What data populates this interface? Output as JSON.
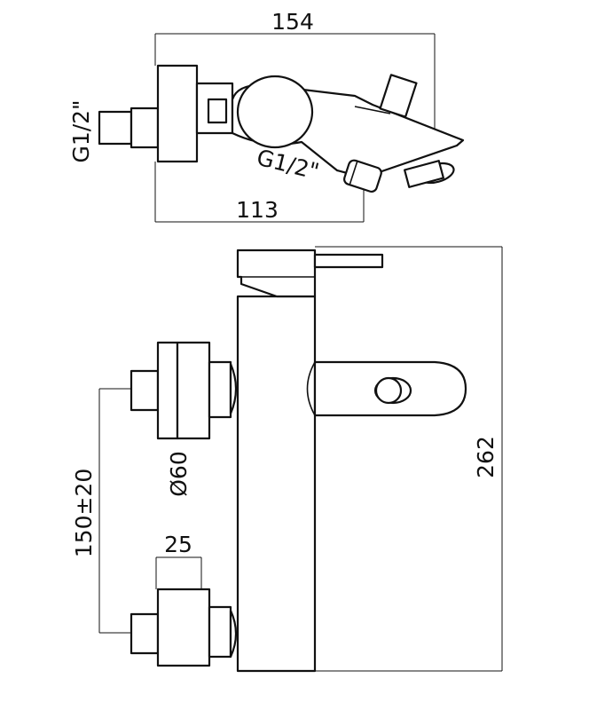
{
  "top_view": {
    "dim_overall_width": "154",
    "dim_outlet_offset": "113",
    "thread_inlet": "G1/2\"",
    "thread_outlet": "G1/2\""
  },
  "side_view": {
    "dim_height": "262",
    "dim_inlet_spacing": "150±20",
    "dim_flange_diameter": "Ø60",
    "dim_nut_width": "25"
  }
}
